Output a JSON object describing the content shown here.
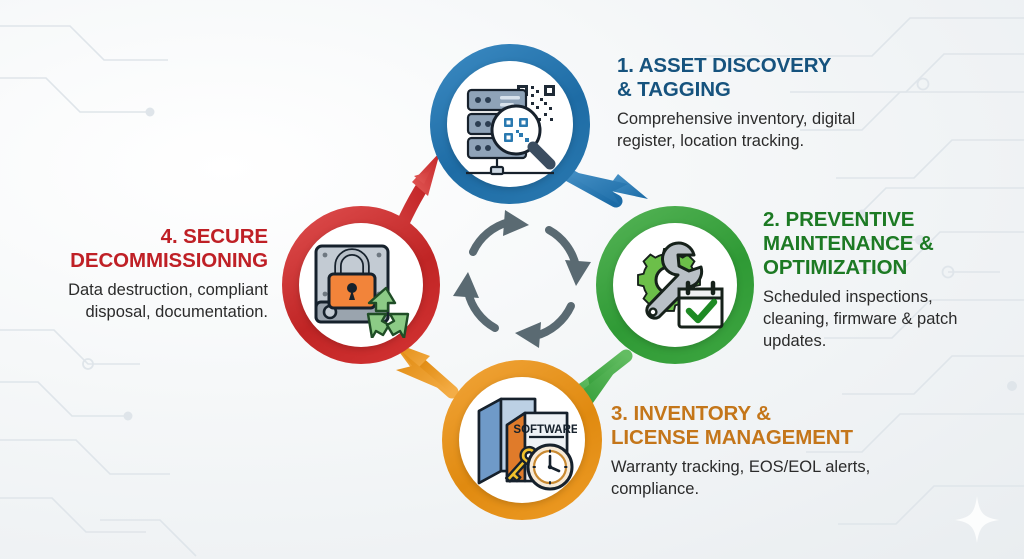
{
  "infographic": {
    "title_hidden": "",
    "background": {
      "pattern": "circuit-board-traces",
      "sparkle": "four-point-sparkle"
    },
    "center": {
      "icon": "cycle-arrows-icon",
      "arrow_color": "#5a6a72",
      "arrow_count": 4
    }
  },
  "steps": [
    {
      "id": 1,
      "heading": "1. ASSET DISCOVERY & TAGGING",
      "heading_line1": "1. ASSET DISCOVERY",
      "heading_line2": "& TAGGING",
      "body": "Comprehensive inventory, digital register, location tracking.",
      "color": "#2a79b0",
      "heading_color": "#16537e",
      "icon": "server-rack-qr-magnifier-icon"
    },
    {
      "id": 2,
      "heading": "2. PREVENTIVE MAINTENANCE & OPTIMIZATION",
      "heading_line1": "2. PREVENTIVE",
      "heading_line2": "MAINTENANCE &",
      "heading_line3": "OPTIMIZATION",
      "body": "Scheduled inspections, cleaning, firmware & patch updates.",
      "color": "#3ea641",
      "heading_color": "#1d7a24",
      "icon": "gear-wrench-calendar-check-icon"
    },
    {
      "id": 3,
      "heading": "3. INVENTORY & LICENSE MANAGEMENT",
      "heading_line1": "3. INVENTORY &",
      "heading_line2": "LICENSE MANAGEMENT",
      "body": "Warranty tracking, EOS/EOL alerts, compliance.",
      "color": "#ee9c26",
      "heading_color": "#c4761a",
      "icon": "software-boxes-key-clock-icon",
      "icon_label": "SOFTWARE"
    },
    {
      "id": 4,
      "heading": "4. SECURE DECOMMISSIONING",
      "heading_line1": "4. SECURE",
      "heading_line2": "DECOMMISSIONING",
      "body": "Data destruction, compliant disposal, documentation.",
      "color": "#d53434",
      "heading_color": "#bf2026",
      "icon": "harddrive-lock-recycle-icon"
    }
  ],
  "connectors": [
    {
      "from": 1,
      "to": 2,
      "color": "#2a79b0",
      "name": "connector-arrow-1-to-2"
    },
    {
      "from": 2,
      "to": 3,
      "color": "#3ea641",
      "name": "connector-arrow-2-to-3"
    },
    {
      "from": 3,
      "to": 4,
      "color": "#ee9c26",
      "name": "connector-arrow-3-to-4"
    },
    {
      "from": 4,
      "to": 1,
      "color": "#d53434",
      "name": "connector-arrow-4-to-1"
    }
  ]
}
